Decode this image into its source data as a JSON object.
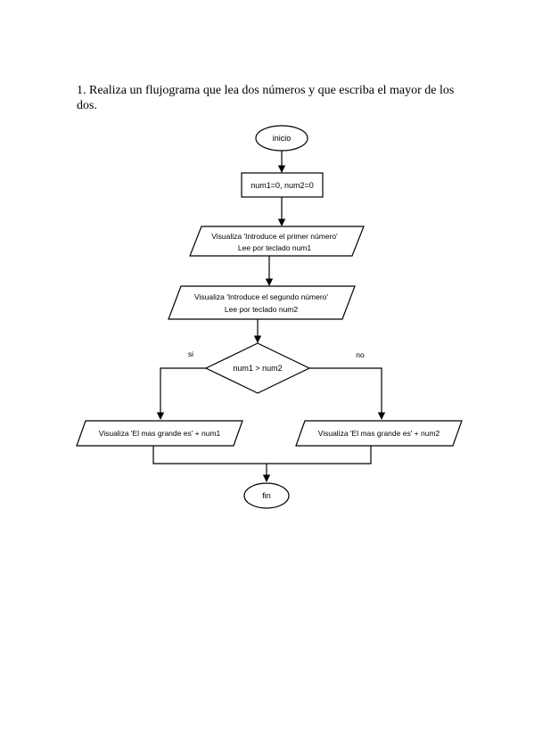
{
  "question": "1. Realiza un flujograma que lea dos números y que escriba el mayor de los dos.",
  "flowchart": {
    "start": "inicio",
    "init": "num1=0, num2=0",
    "input1": {
      "line1": "Visualiza 'Introduce el primer número'",
      "line2": "Lee por teclado num1"
    },
    "input2": {
      "line1": "Visualiza 'Introduce el segundo número'",
      "line2": "Lee por teclado num2"
    },
    "decision": "num1 > num2",
    "yes_label": "si",
    "no_label": "no",
    "output_yes": "Visualiza 'El mas grande es' + num1",
    "output_no": "Visualiza 'El mas grande es' + num2",
    "end": "fin"
  }
}
